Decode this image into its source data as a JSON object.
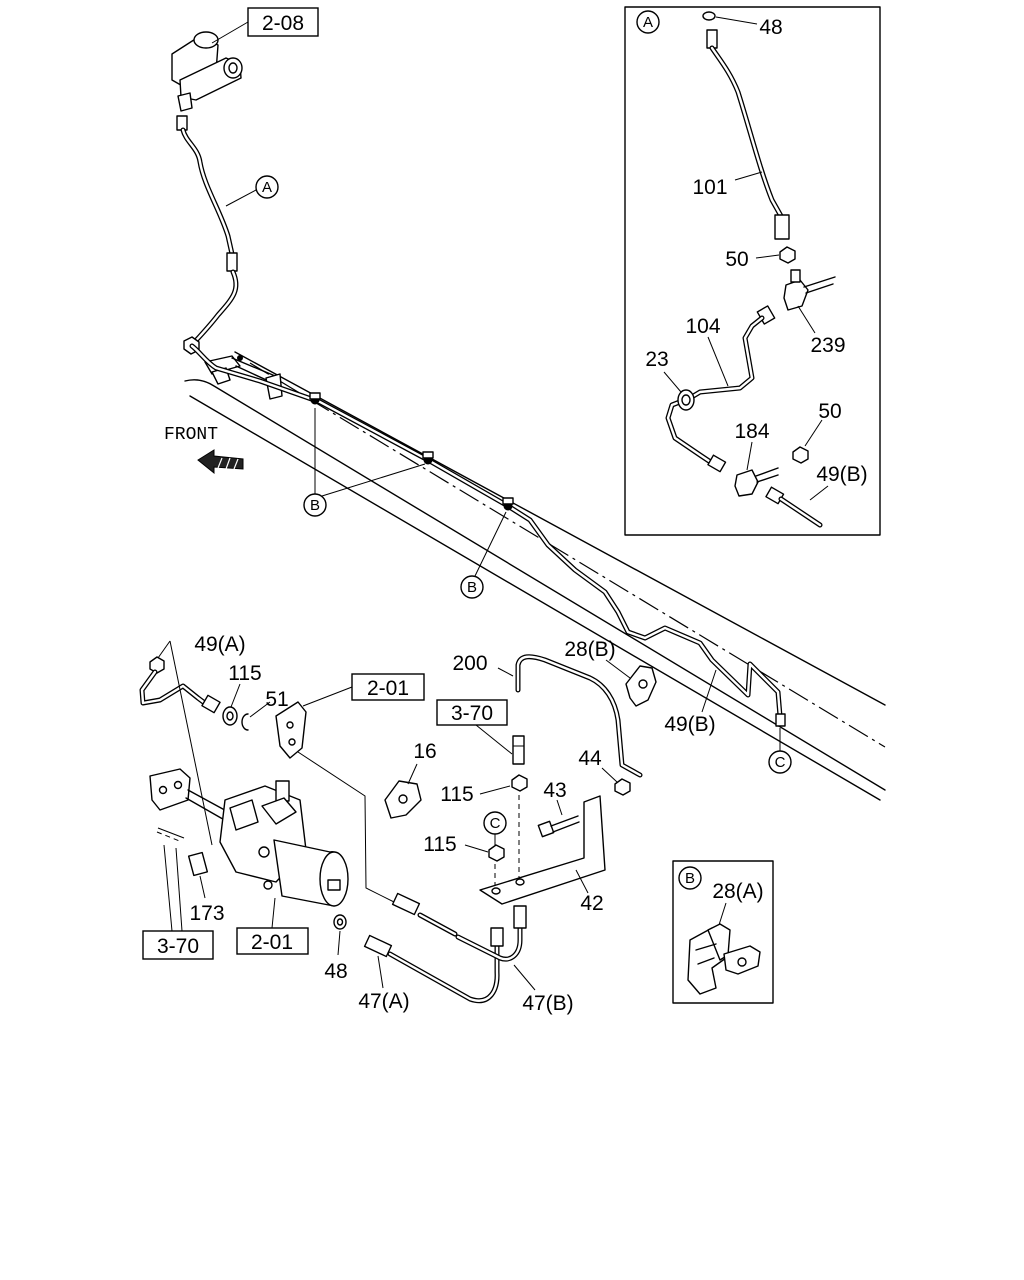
{
  "colors": {
    "line": "#000000",
    "background": "#ffffff"
  },
  "upper": {
    "ref_master_cylinder": "2-08",
    "callout_hose": "A",
    "front_label": "FRONT",
    "callout_clip_front": "B",
    "callout_clip_rear": "B",
    "label_rear_pipe": "49(B)",
    "callout_pipe_end": "C"
  },
  "detail_a": {
    "marker": "A",
    "washer": "48",
    "hose": "101",
    "nut_upper": "50",
    "tee_upper": "239",
    "pipe": "104",
    "grommet": "23",
    "tee_lower": "184",
    "nut_lower": "50",
    "pipe_out": "49(B)"
  },
  "lower": {
    "pipe_49a": "49(A)",
    "washer_115a": "115",
    "ring_51": "51",
    "ref_bracket": "2-01",
    "pipe_200": "200",
    "clip_28b": "28(B)",
    "ref_union": "3-70",
    "clip_16": "16",
    "nut_115b": "115",
    "nut_44": "44",
    "bolt_43": "43",
    "callout_c": "C",
    "nut_115c": "115",
    "bracket_42": "42",
    "part_173": "173",
    "ref_part": "3-70",
    "ref_unit": "2-01",
    "washer_48": "48",
    "hose_47a": "47(A)",
    "hose_47b": "47(B)"
  },
  "detail_b": {
    "marker": "B",
    "clip": "28(A)"
  }
}
